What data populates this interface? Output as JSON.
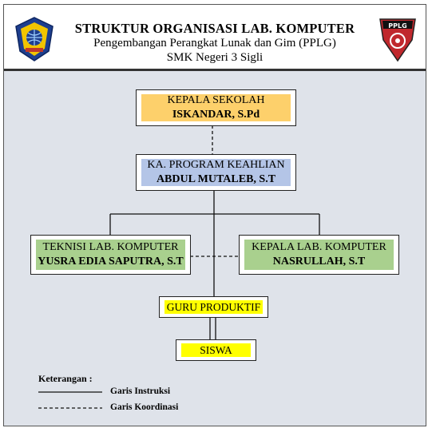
{
  "header": {
    "title": "STRUKTUR ORGANISASI LAB. KOMPUTER",
    "subtitle": "Pengembangan Perangkat Lunak dan Gim (PPLG)",
    "school": "SMK Negeri 3 Sigli",
    "right_logo_text": "PPLG"
  },
  "boxes": {
    "kepsek": {
      "role": "KEPALA SEKOLAH",
      "name": "ISKANDAR, S.Pd"
    },
    "kaprog": {
      "role": "KA. PROGRAM KEAHLIAN",
      "name": "ABDUL MUTALEB, S.T"
    },
    "teknisi": {
      "role": "TEKNISI LAB. KOMPUTER",
      "name": "YUSRA EDIA SAPUTRA, S.T"
    },
    "kalab": {
      "role": "KEPALA LAB. KOMPUTER",
      "name": "NASRULLAH, S.T"
    },
    "guru": {
      "role": "GURU PRODUKTIF"
    },
    "siswa": {
      "role": "SISWA"
    }
  },
  "legend": {
    "title": "Keterangan :",
    "instruksi": "Garis Instruksi",
    "koordinasi": "Garis Koordinasi"
  },
  "colors": {
    "kepsek": "#fdd06b",
    "kaprog": "#b4c5e7",
    "teknisi": "#a9d08e",
    "kalab": "#a9d08e",
    "guru": "#ffff00",
    "siswa": "#ffff00"
  }
}
